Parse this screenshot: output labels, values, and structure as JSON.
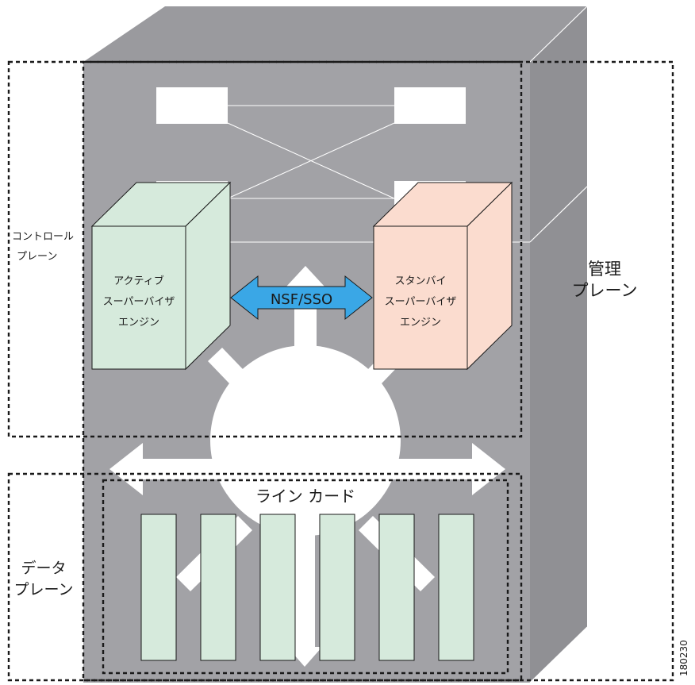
{
  "labels": {
    "control_plane": [
      "コントロール",
      "プレーン"
    ],
    "management_plane": [
      "管理",
      "プレーン"
    ],
    "data_plane": [
      "データ",
      "プレーン"
    ],
    "active_engine": [
      "アクティブ",
      "スーパーバイザ",
      "エンジン"
    ],
    "standby_engine": [
      "スタンバイ",
      "スーパーバイザ",
      "エンジン"
    ],
    "nsf_sso": "NSF/SSO",
    "line_cards": "ライン カード",
    "figure_id": "180230"
  },
  "colors": {
    "chassis_front": "#a2a2a6",
    "chassis_top": "#9a9a9e",
    "chassis_side": "#909094",
    "active_engine": "#d6eadc",
    "standby_engine": "#fbdccf",
    "line_card": "#d6eadc",
    "nsf_arrow": "#3aa7e6",
    "flow": "#ffffff"
  },
  "line_card_count": 6
}
